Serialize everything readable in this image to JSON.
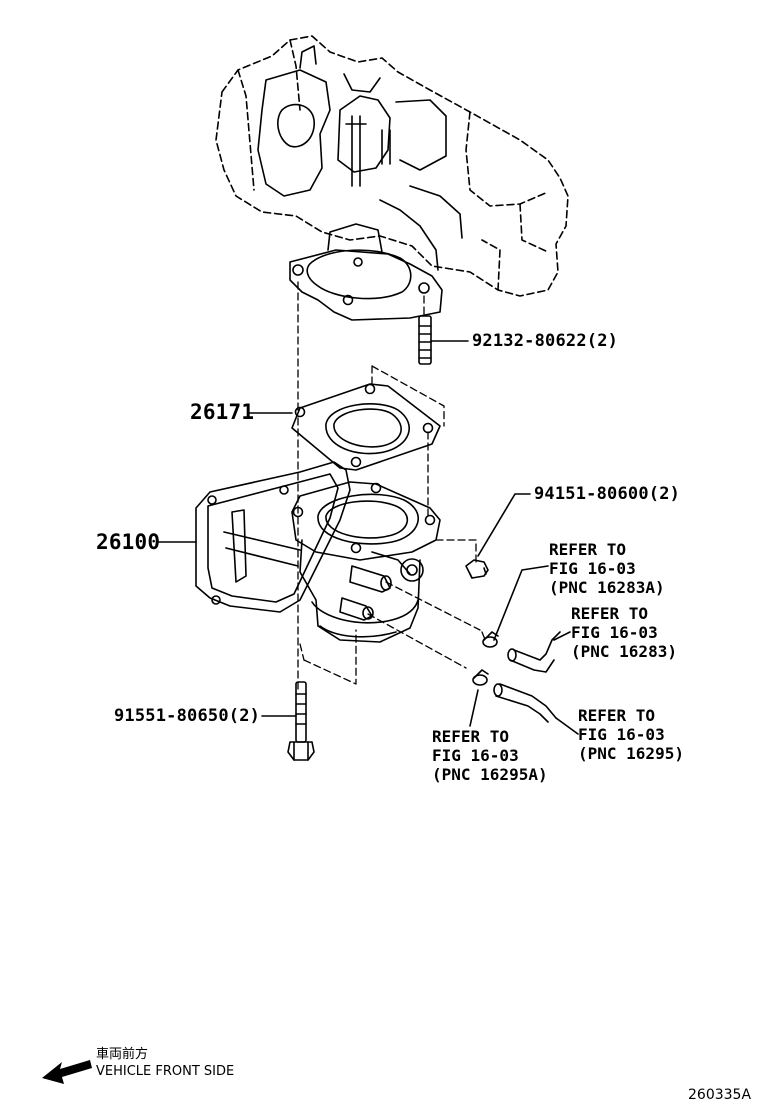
{
  "parts": {
    "stud": "92132-80622(2)",
    "gasket": "26171",
    "throttle_body": "26100",
    "nut": "94151-80600(2)",
    "bolt": "91551-80650(2)"
  },
  "references": [
    {
      "line1": "REFER TO",
      "line2": "FIG 16-03",
      "line3": "(PNC 16283A)"
    },
    {
      "line1": "REFER TO",
      "line2": "FIG 16-03",
      "line3": "(PNC 16283)"
    },
    {
      "line1": "REFER TO",
      "line2": "FIG 16-03",
      "line3": "(PNC 16295)"
    },
    {
      "line1": "REFER TO",
      "line2": "FIG 16-03",
      "line3": "(PNC 16295A)"
    }
  ],
  "legend": {
    "japanese": "車両前方",
    "english": "VEHICLE FRONT SIDE"
  },
  "figure_code": "260335A",
  "icons": {
    "front_arrow": "arrow-left-icon"
  },
  "colors": {
    "line": "#000000",
    "background": "#ffffff"
  }
}
